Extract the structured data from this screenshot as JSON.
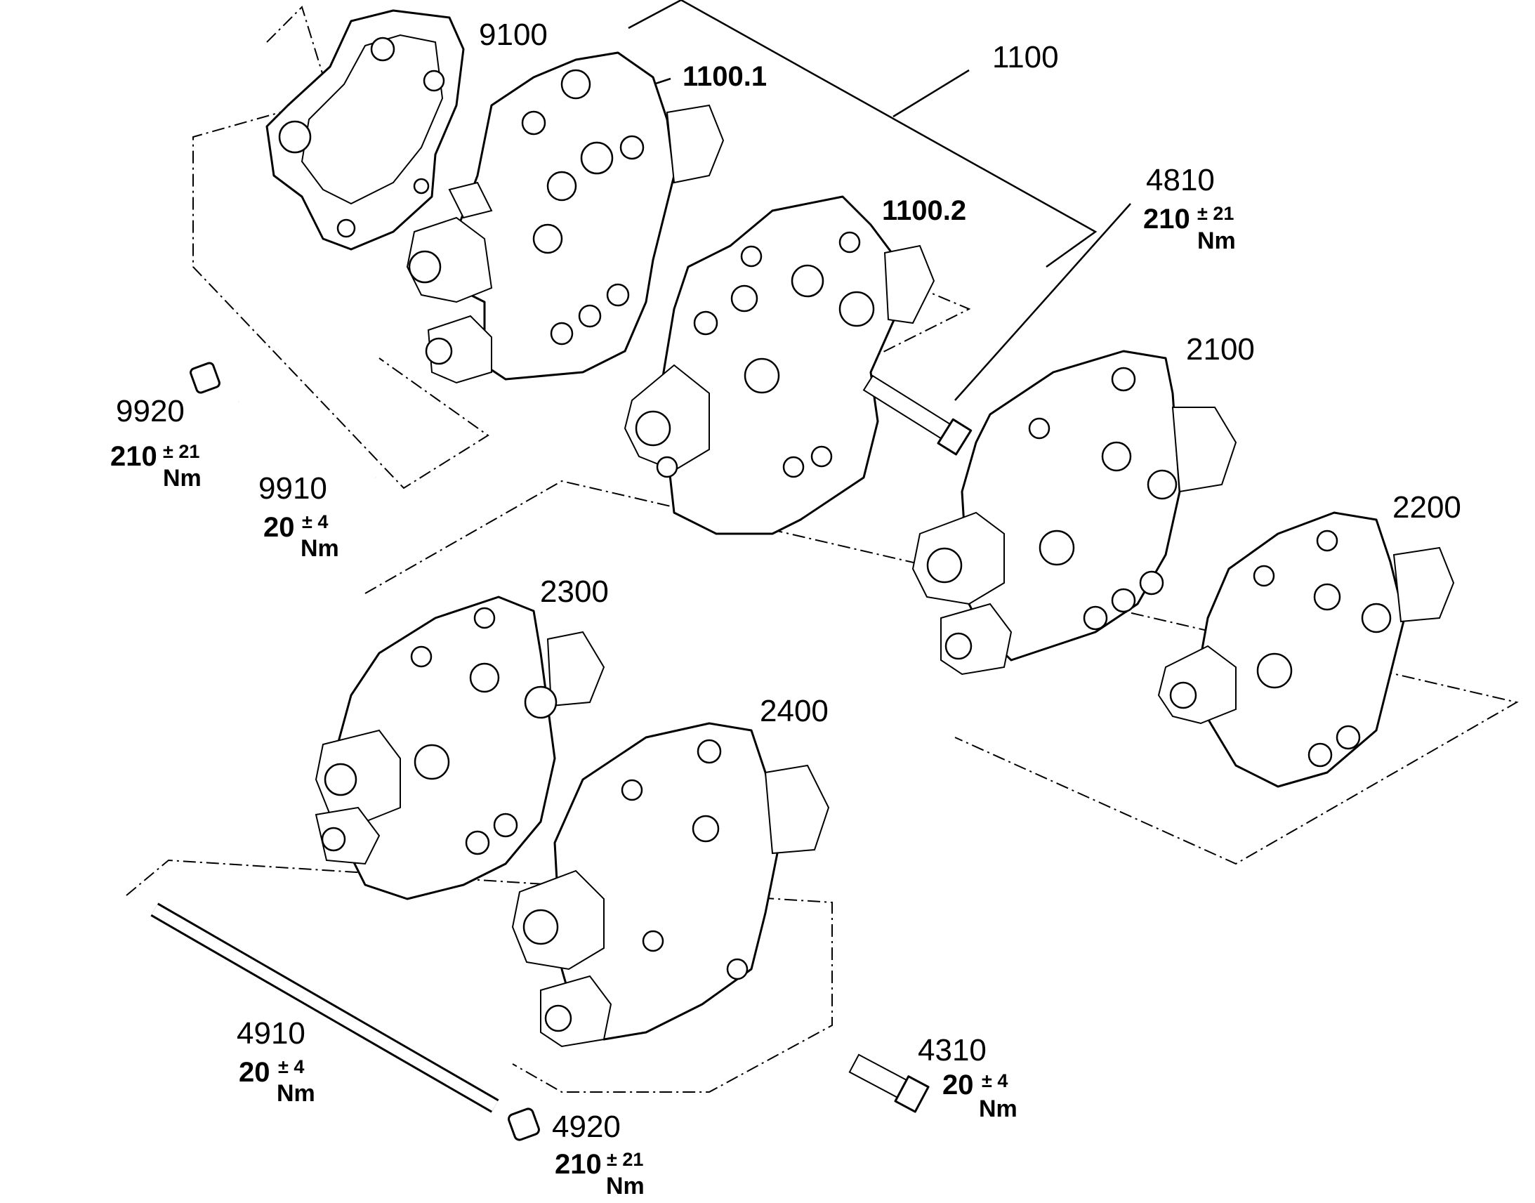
{
  "labels": {
    "p9100": "9100",
    "p1100": "1100",
    "p1100_1": "1100.1",
    "p1100_2": "1100.2",
    "p4810": "4810",
    "p2100": "2100",
    "p2200": "2200",
    "p2300": "2300",
    "p2400": "2400",
    "p9920": "9920",
    "p9910": "9910",
    "p4910": "4910",
    "p4920": "4920",
    "p4310": "4310"
  },
  "torques": {
    "t4810": {
      "value": "210",
      "tolerance": "± 21",
      "unit": "Nm"
    },
    "t9920": {
      "value": "210",
      "tolerance": "± 21",
      "unit": "Nm"
    },
    "t9910": {
      "value": "20",
      "tolerance": "± 4",
      "unit": "Nm"
    },
    "t4910": {
      "value": "20",
      "tolerance": "± 4",
      "unit": "Nm"
    },
    "t4920": {
      "value": "210",
      "tolerance": "± 21",
      "unit": "Nm"
    },
    "t4310": {
      "value": "20",
      "tolerance": "± 4",
      "unit": "Nm"
    }
  },
  "icons": [
    "valve-section-icon",
    "tie-rod-icon",
    "nut-icon",
    "bolt-icon",
    "end-plate-icon"
  ]
}
